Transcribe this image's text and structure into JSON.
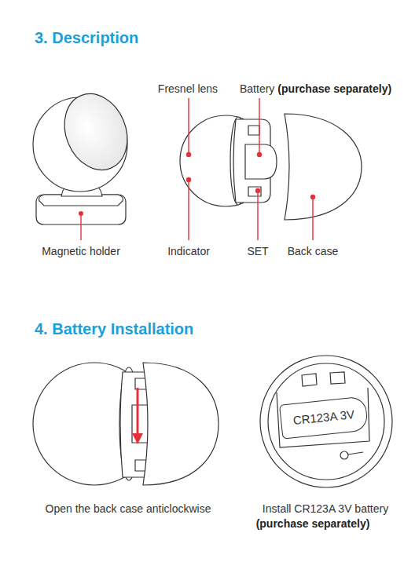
{
  "diagram": {
    "title": "3. Description",
    "nodes": [
      {
        "text": [
          "CR123A 3V"
        ]
      }
    ],
    "labels": [
      "Fresnel lens",
      "Battery",
      "(purchase separately)",
      "Magnetic holder",
      "Indicator",
      "SET",
      "Back case",
      "4. Battery Installation",
      "Open the back case anticlockwise",
      "Install CR123A 3V battery",
      "(purchase separately)"
    ]
  }
}
